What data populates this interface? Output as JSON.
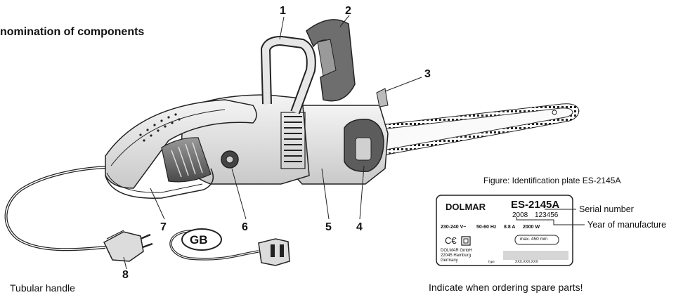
{
  "heading": "nomination of components",
  "callouts": [
    "1",
    "2",
    "3",
    "4",
    "5",
    "6",
    "7",
    "8"
  ],
  "footer_left": "Tubular handle",
  "footer_right": "Indicate when ordering spare parts!",
  "figure_caption": "Figure: Identification plate ES-2145A",
  "gb_label": "GB",
  "plate": {
    "brand": "DOLMAR",
    "model": "ES-2145A",
    "year": "2008",
    "serial": "123456",
    "voltage": "230-240 V~",
    "frequency": "50-60 Hz",
    "current": "8.8 A",
    "power": "2000 W",
    "ce": "C€",
    "max_speed": "max. 450 min",
    "company": "DOLMAR GmbH",
    "city": "22045 Hamburg",
    "country": "Germany",
    "type_code": "XXX.XXX.XXX",
    "type_label": "Type"
  },
  "plate_labels": {
    "serial_number": "Serial number",
    "year_of_manufacture": "Year of manufacture"
  }
}
